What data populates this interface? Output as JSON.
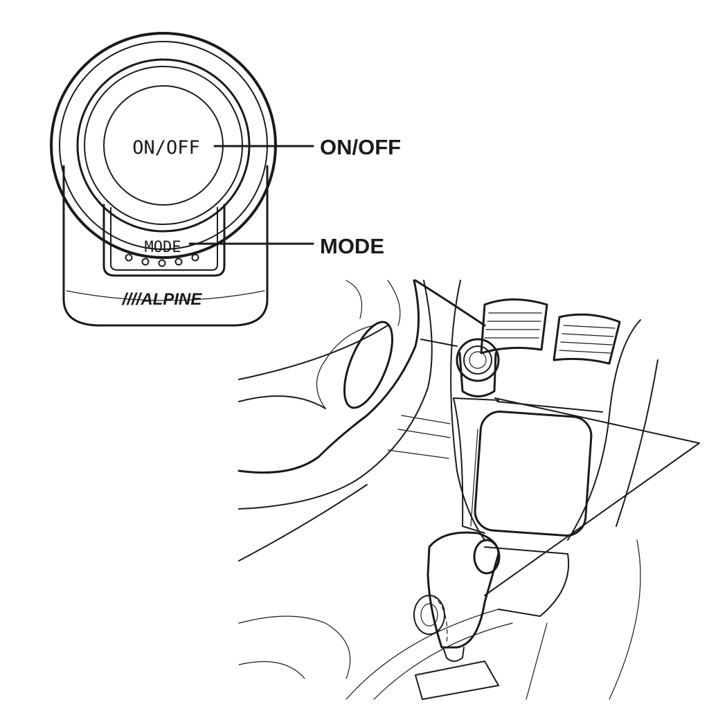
{
  "device": {
    "button_text": "ON/OFF",
    "mode_text": "MODE",
    "brand_logo": "////ALPINE",
    "mode_indicator_count": 5
  },
  "callouts": {
    "on_off_label": "ON/OFF",
    "mode_label": "MODE"
  },
  "colors": {
    "line": "#1a1a1a",
    "background": "#ffffff"
  },
  "icons": {
    "logo": "alpine-logo-icon"
  }
}
